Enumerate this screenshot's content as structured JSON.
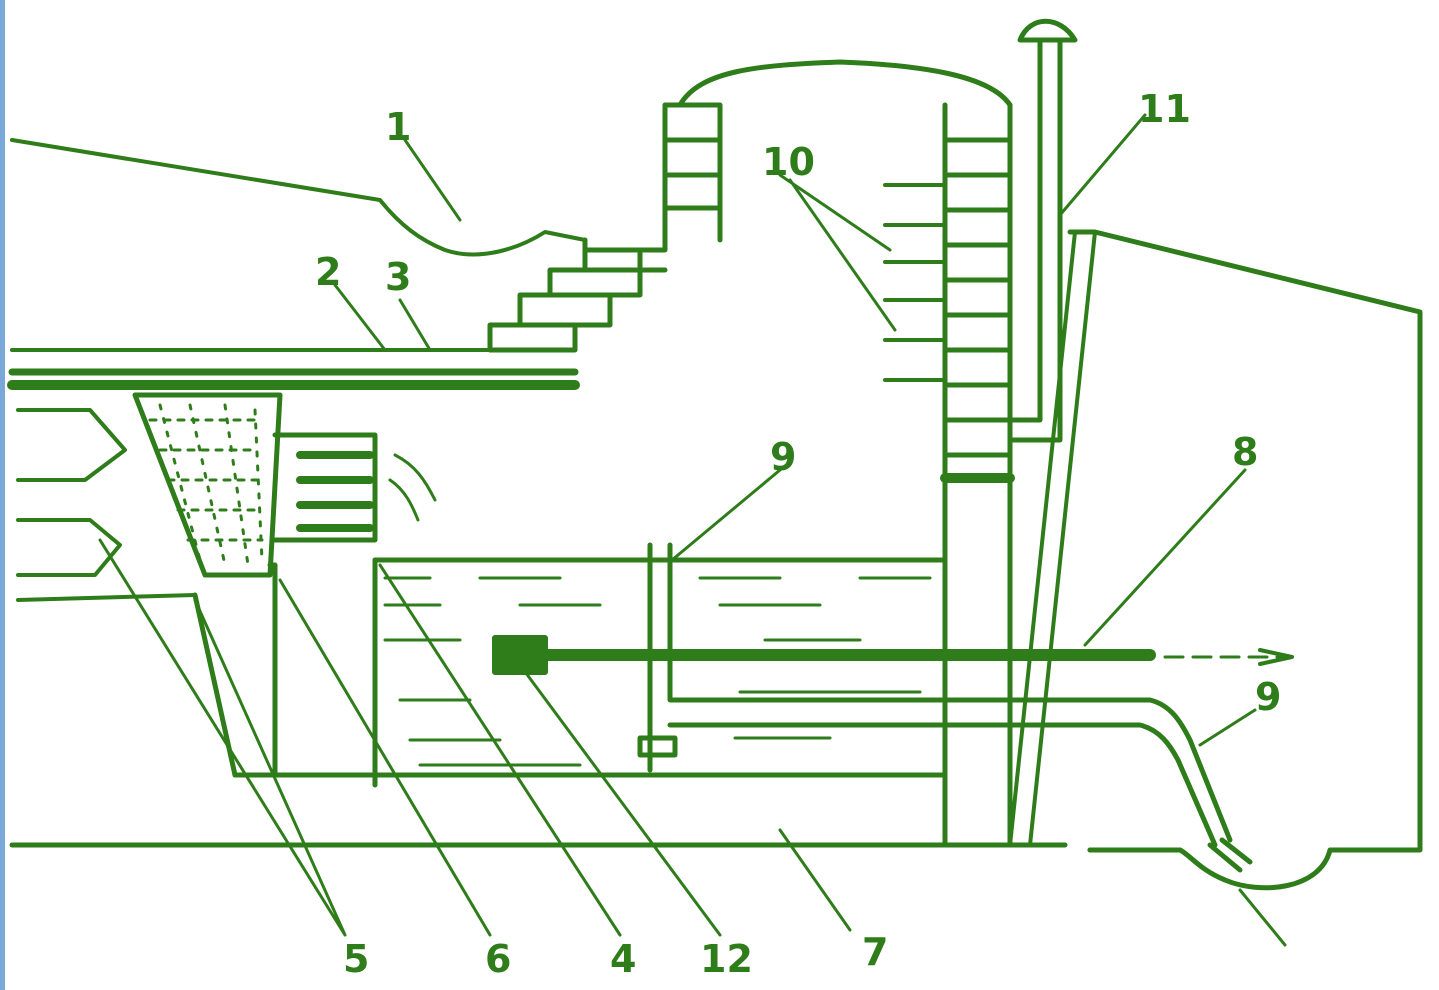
{
  "diagram": {
    "stroke_color": "#2e7d1a",
    "edge_color": "#7aa8d8",
    "labels": {
      "n1": "1",
      "n2": "2",
      "n3": "3",
      "n4": "4",
      "n5": "5",
      "n6": "6",
      "n7": "7",
      "n8": "8",
      "n9_top": "9",
      "n9_right": "9",
      "n10": "10",
      "n11": "11",
      "n12": "12"
    }
  }
}
